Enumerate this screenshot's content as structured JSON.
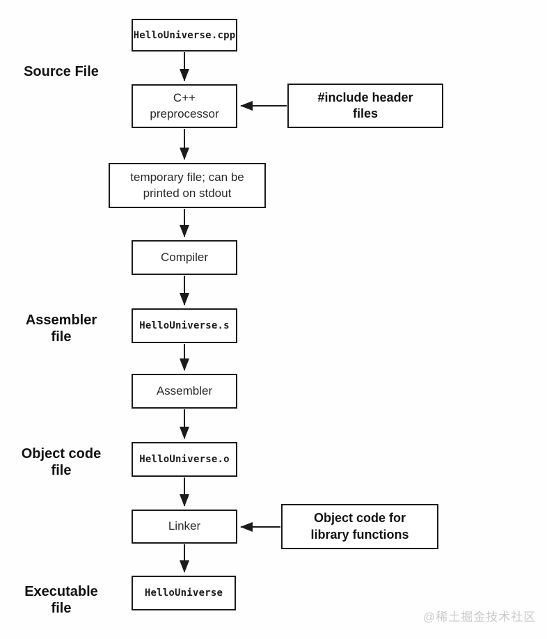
{
  "flowchart": {
    "nodes": {
      "cpp": "HelloUniverse.cpp",
      "preprocessor": "C++\npreprocessor",
      "include_headers": "#include header\nfiles",
      "temp_file": "temporary file; can be\nprinted on stdout",
      "compiler": "Compiler",
      "asm_file": "HelloUniverse.s",
      "assembler": "Assembler",
      "obj_file": "HelloUniverse.o",
      "linker": "Linker",
      "lib_objects": "Object code for\nlibrary functions",
      "executable": "HelloUniverse"
    },
    "side_labels": {
      "source": "Source File",
      "assembler_file": "Assembler\nfile",
      "object_code_file": "Object code\nfile",
      "executable_file": "Executable\nfile"
    },
    "watermark": "@稀土掘金技术社区",
    "colors": {
      "line": "#1b1b1b",
      "background": "#ffffff",
      "watermark": "#c9c9c9"
    }
  }
}
